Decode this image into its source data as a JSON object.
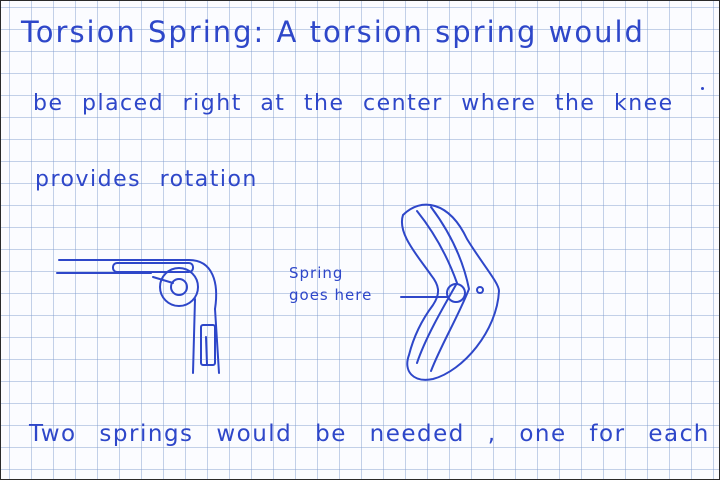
{
  "note": {
    "line1": "Torsion Spring: A torsion spring would",
    "line2": "be placed right at the center where the knee",
    "line3": "provides rotation",
    "label_line1": "Spring",
    "label_line2": "goes here",
    "footer": "Two springs would be needed , one for each side"
  },
  "colors": {
    "ink": "#2e47c9",
    "grid": "#7d9bcd",
    "paper": "#fbfcff"
  }
}
